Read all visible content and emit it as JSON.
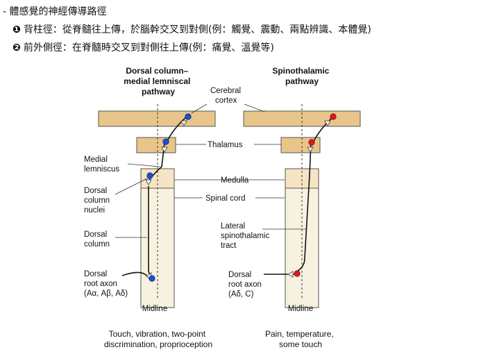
{
  "header": {
    "title": "- 體感覺的神經傳導路徑",
    "items": [
      {
        "number": "❶",
        "text": "背柱徑：從脊髓往上傳，於腦幹交叉到對側(例：觸覺、震動、兩點辨識、本體覺)"
      },
      {
        "number": "❷",
        "text": "前外側徑：在脊髓時交叉到對側往上傳(例：痛覺、溫覺等)"
      }
    ]
  },
  "diagram": {
    "left_title": [
      "Dorsal column–",
      "medial lemniscal",
      "pathway"
    ],
    "right_title": [
      "Spinothalamic",
      "pathway"
    ],
    "labels": {
      "cerebral_cortex": [
        "Cerebral",
        "cortex"
      ],
      "thalamus": "Thalamus",
      "medulla": "Medulla",
      "spinal_cord": "Spinal cord",
      "medial_lemniscus": [
        "Medial",
        "lemniscus"
      ],
      "dorsal_column_nuclei": [
        "Dorsal",
        "column",
        "nuclei"
      ],
      "dorsal_column": [
        "Dorsal",
        "column"
      ],
      "dorsal_root_axon_left": [
        "Dorsal",
        "root axon",
        "(Aα, Aβ, Aδ)"
      ],
      "lateral_spinothalamic_tract": [
        "Lateral",
        "spinothalamic",
        "tract"
      ],
      "dorsal_root_axon_right": [
        "Dorsal",
        "root axon",
        "(Aδ, C)"
      ],
      "midline_left": "Midline",
      "midline_right": "Midline"
    },
    "left_caption": [
      "Touch, vibration, two-point",
      "discrimination, proprioception"
    ],
    "right_caption": [
      "Pain, temperature,",
      "some touch"
    ],
    "colors": {
      "brain_fill": "#e8c58a",
      "spine_fill": "#f8f1e0",
      "medulla_fill": "#f6e4c4",
      "outline": "#555555",
      "fiber": "#111111",
      "left_neuron": "#1f4fd6",
      "right_neuron": "#e0191f"
    }
  }
}
